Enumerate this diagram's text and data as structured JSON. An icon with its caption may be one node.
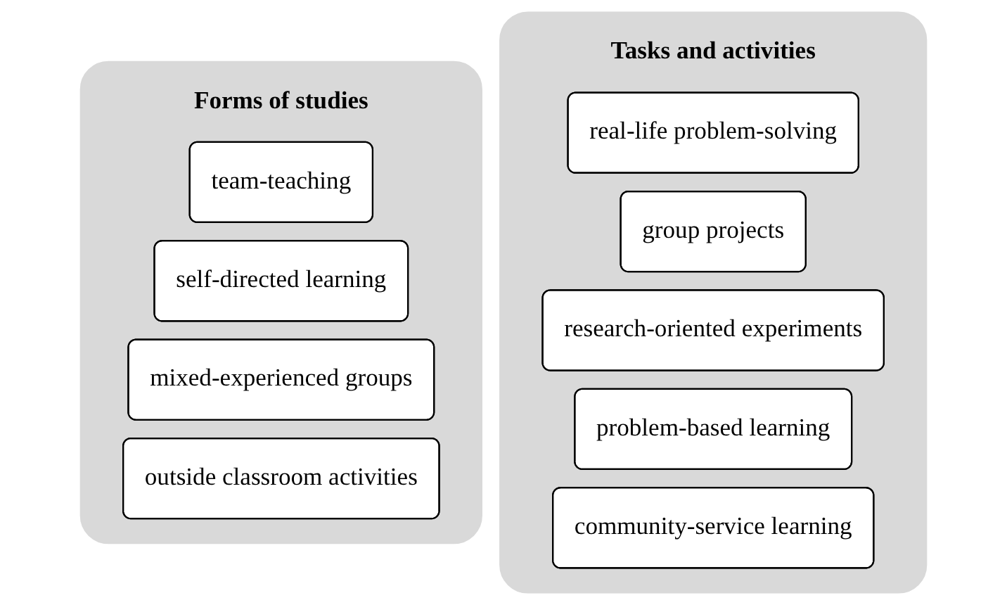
{
  "diagram": {
    "nodes": [
      {
        "text": [
          "Forms of studies"
        ]
      },
      {
        "text": [
          "team-teaching"
        ],
        "in": 0
      },
      {
        "text": [
          "self-directed learning"
        ],
        "in": 0
      },
      {
        "text": [
          "mixed-experienced groups"
        ],
        "in": 0
      },
      {
        "text": [
          "outside classroom activities"
        ],
        "in": 0
      },
      {
        "text": [
          "Tasks and activities"
        ]
      },
      {
        "text": [
          "real-life problem-solving"
        ],
        "in": 5
      },
      {
        "text": [
          "group projects"
        ],
        "in": 5
      },
      {
        "text": [
          "research-oriented experiments"
        ],
        "in": 5
      },
      {
        "text": [
          "problem-based learning"
        ],
        "in": 5
      },
      {
        "text": [
          "community-service learning"
        ],
        "in": 5
      }
    ]
  }
}
